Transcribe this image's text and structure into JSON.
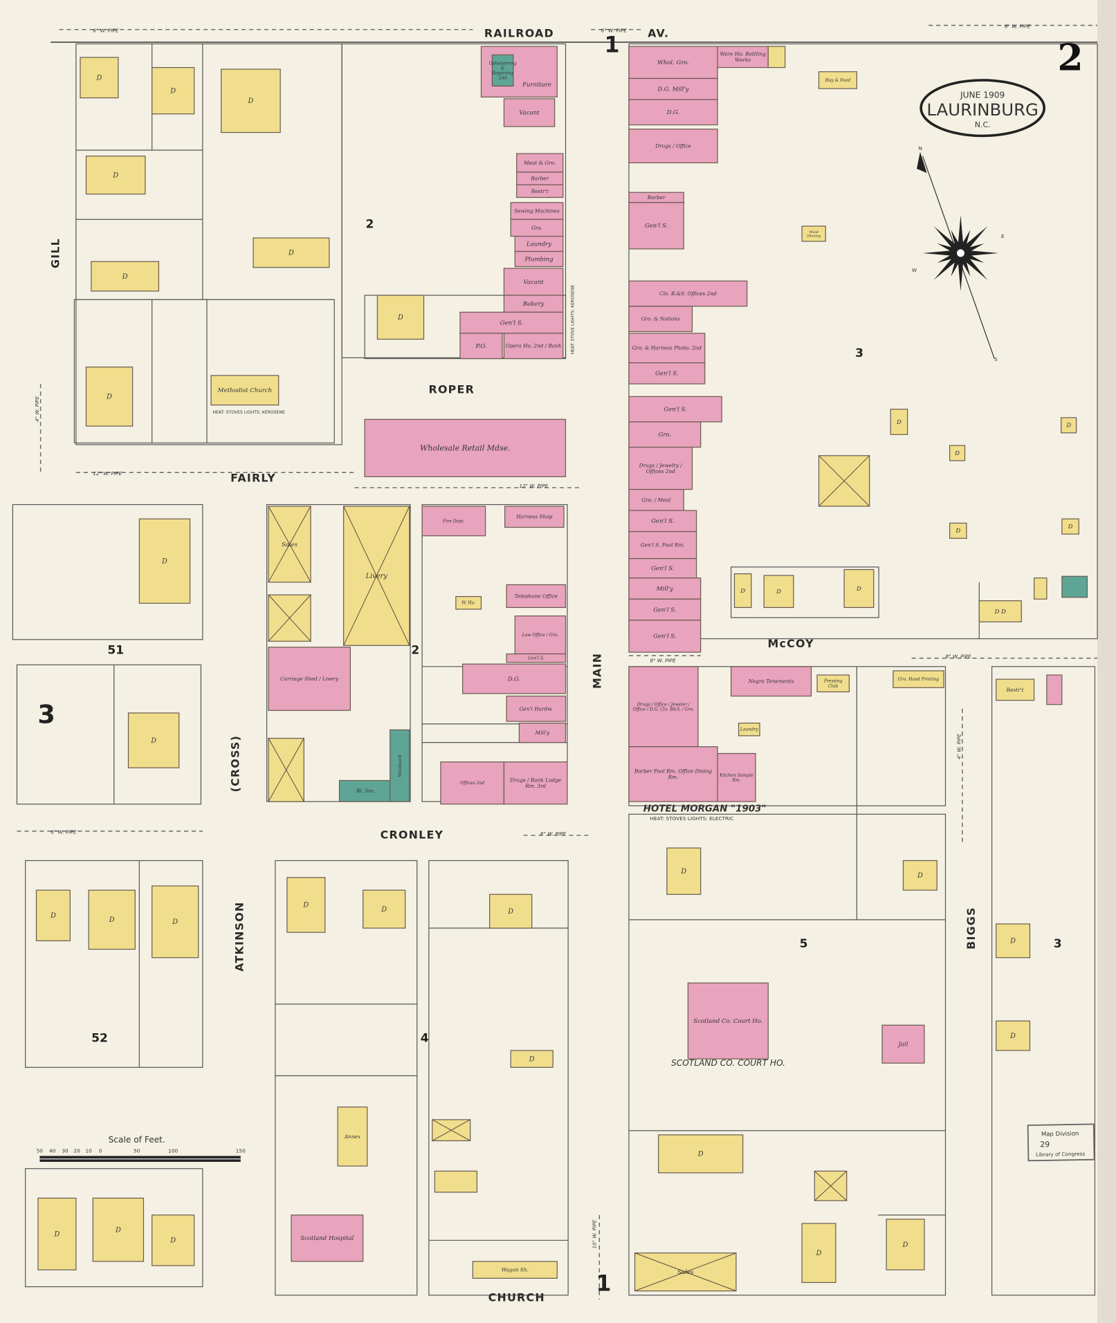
{
  "map": {
    "sheet_number": "2",
    "title": {
      "date": "JUNE 1909",
      "town": "LAURINBURG",
      "state": "N.C."
    },
    "colors": {
      "paper": "#f4f1e4",
      "brick": "#e8a3bd",
      "frame": "#f0de8c",
      "stone": "#5fa596",
      "ink": "#333333"
    },
    "streets": [
      {
        "name": "RAILROAD"
      },
      {
        "name": "AV."
      },
      {
        "name": "ROPER"
      },
      {
        "name": "FAIRLY"
      },
      {
        "name": "McCOY"
      },
      {
        "name": "MAIN"
      },
      {
        "name": "CRONLEY"
      },
      {
        "name": "CHURCH"
      },
      {
        "name": "GILL"
      },
      {
        "name": "(CROSS)"
      },
      {
        "name": "ATKINSON"
      },
      {
        "name": "BIGGS"
      }
    ],
    "block_numbers": [
      "2",
      "3",
      "51",
      "3",
      "52",
      "2",
      "4",
      "5",
      "3",
      "1",
      "1"
    ],
    "pipes": [
      "6\" W. PIPE",
      "6\" W. PIPE",
      "6\" W. PIPE",
      "12\" W. PIPE",
      "12\" W. PIPE",
      "6\" W. PIPE",
      "8\" W. PIPE",
      "8\" W. PIPE",
      "6\" W. PIPE",
      "4\" W. PIPE",
      "4\" W. PIPE",
      "10\" W. PIPE"
    ],
    "buildings": [
      {
        "label": "Furniture",
        "material": "brick"
      },
      {
        "label": "Upholstering & Repairing 2nd",
        "material": "stone"
      },
      {
        "label": "Vacant",
        "material": "brick"
      },
      {
        "label": "Meat & Gro.",
        "material": "brick"
      },
      {
        "label": "Barber",
        "material": "brick"
      },
      {
        "label": "Restr't",
        "material": "brick"
      },
      {
        "label": "Sewing Machines",
        "material": "brick"
      },
      {
        "label": "Gro.",
        "material": "brick"
      },
      {
        "label": "Laundry",
        "material": "brick"
      },
      {
        "label": "Plumbing",
        "material": "brick"
      },
      {
        "label": "Vacant",
        "material": "brick"
      },
      {
        "label": "Bakery",
        "material": "brick"
      },
      {
        "label": "Gen'l S.",
        "material": "brick"
      },
      {
        "label": "Opera Ho. 2nd / Bank",
        "material": "brick"
      },
      {
        "label": "P.O.",
        "material": "brick"
      },
      {
        "label": "Whol. Gro.",
        "material": "brick"
      },
      {
        "label": "D.G. Mill'y",
        "material": "brick"
      },
      {
        "label": "D.G.",
        "material": "brick"
      },
      {
        "label": "Drugs / Office",
        "material": "brick"
      },
      {
        "label": "Ware Ho. Bottling Works",
        "material": "brick"
      },
      {
        "label": "",
        "material": "frame"
      },
      {
        "label": "Hay & Feed",
        "material": "frame"
      },
      {
        "label": "Barber",
        "material": "brick"
      },
      {
        "label": "Gen'l S.",
        "material": "brick"
      },
      {
        "label": "Clo. B.&S. Offices 2nd",
        "material": "brick"
      },
      {
        "label": "Gro. & Notions",
        "material": "brick"
      },
      {
        "label": "Gro. & Harness Photo. 2nd",
        "material": "brick"
      },
      {
        "label": "Gen'l S.",
        "material": "brick"
      },
      {
        "label": "Gen'l S.",
        "material": "brick"
      },
      {
        "label": "Gro.",
        "material": "brick"
      },
      {
        "label": "Drugs / Jewelry / Offices 2nd",
        "material": "brick"
      },
      {
        "label": "Gro. / Meat",
        "material": "brick"
      },
      {
        "label": "Gen'l S.",
        "material": "brick"
      },
      {
        "label": "Gen'l S.  Pool Rm.",
        "material": "brick"
      },
      {
        "label": "Gen'l S.",
        "material": "brick"
      },
      {
        "label": "Mill'y",
        "material": "brick"
      },
      {
        "label": "Gen'l S.",
        "material": "brick"
      },
      {
        "label": "Gen'l S.",
        "material": "brick"
      },
      {
        "label": "Wholesale   Retail   Mdse.",
        "material": "brick"
      },
      {
        "label": "Drugs / Office / Jeweler / Office / D.G. Clo. B&S. / Gro.",
        "material": "brick"
      },
      {
        "label": "Barber  Pool Rm.  Office  Dining Rm.",
        "material": "brick"
      },
      {
        "label": "Kitchen  Sample Rm.",
        "material": "brick"
      },
      {
        "label": "Negro Tenements",
        "material": "brick"
      },
      {
        "label": "Pressing Club",
        "material": "frame"
      },
      {
        "label": "Gro. Hand Printing",
        "material": "frame"
      },
      {
        "label": "Laundry",
        "material": "frame"
      },
      {
        "label": "Restr't",
        "material": "frame"
      },
      {
        "label": "",
        "material": "brick"
      },
      {
        "label": "Fire Dept.",
        "material": "brick"
      },
      {
        "label": "Harness Shop",
        "material": "brick"
      },
      {
        "label": "W. Ho.",
        "material": "frame"
      },
      {
        "label": "Telephone Office",
        "material": "brick"
      },
      {
        "label": "Law Office / Gro.",
        "material": "brick"
      },
      {
        "label": "Gen'l S.",
        "material": "brick"
      },
      {
        "label": "D.G.",
        "material": "brick"
      },
      {
        "label": "Gen'l Hardw.",
        "material": "brick"
      },
      {
        "label": "Mill'y",
        "material": "brick"
      },
      {
        "label": "Offices 2nd",
        "material": "brick"
      },
      {
        "label": "Drugs / Bank Lodge Rm. 3rd",
        "material": "brick"
      },
      {
        "label": "Sales",
        "material": "frame"
      },
      {
        "label": "Livery",
        "material": "frame"
      },
      {
        "label": "",
        "material": "frame"
      },
      {
        "label": "Carriage Shed / Livery",
        "material": "brick"
      },
      {
        "label": "",
        "material": "frame"
      },
      {
        "label": "Bl. Sm.",
        "material": "stone"
      },
      {
        "label": "Woodwork",
        "material": "stone"
      },
      {
        "label": "Methodist Church",
        "material": "frame"
      },
      {
        "label": "D",
        "material": "frame"
      },
      {
        "label": "D",
        "material": "frame"
      },
      {
        "label": "D",
        "material": "frame"
      },
      {
        "label": "D",
        "material": "frame"
      },
      {
        "label": "D",
        "material": "frame"
      },
      {
        "label": "D",
        "material": "frame"
      },
      {
        "label": "D",
        "material": "frame"
      },
      {
        "label": "D",
        "material": "frame"
      },
      {
        "label": "D",
        "material": "frame"
      },
      {
        "label": "D",
        "material": "frame"
      },
      {
        "label": "D",
        "material": "frame"
      },
      {
        "label": "D",
        "material": "frame"
      },
      {
        "label": "D",
        "material": "frame"
      },
      {
        "label": "D",
        "material": "frame"
      },
      {
        "label": "D",
        "material": "frame"
      },
      {
        "label": "D",
        "material": "frame"
      },
      {
        "label": "D",
        "material": "frame"
      },
      {
        "label": "Annex",
        "material": "frame"
      },
      {
        "label": "Scotland Hospital",
        "material": "brick"
      },
      {
        "label": "D",
        "material": "frame"
      },
      {
        "label": "D",
        "material": "frame"
      },
      {
        "label": "D",
        "material": "frame"
      },
      {
        "label": "",
        "material": "frame"
      },
      {
        "label": "",
        "material": "frame"
      },
      {
        "label": "Wagon Sh.",
        "material": "frame"
      },
      {
        "label": "D",
        "material": "frame"
      },
      {
        "label": "D",
        "material": "frame"
      },
      {
        "label": "D",
        "material": "frame"
      },
      {
        "label": "D",
        "material": "frame"
      },
      {
        "label": "D",
        "material": "frame"
      },
      {
        "label": "",
        "material": "frame"
      },
      {
        "label": "D",
        "material": "frame"
      },
      {
        "label": "D",
        "material": "frame"
      },
      {
        "label": "Sales",
        "material": "frame"
      },
      {
        "label": "Scotland Co. Court Ho.",
        "material": "brick"
      },
      {
        "label": "Jail",
        "material": "brick"
      },
      {
        "label": "",
        "material": "frame"
      },
      {
        "label": "D",
        "material": "frame"
      },
      {
        "label": "D",
        "material": "frame"
      },
      {
        "label": "D",
        "material": "frame"
      },
      {
        "label": "D",
        "material": "frame"
      },
      {
        "label": "D",
        "material": "frame"
      },
      {
        "label": "D",
        "material": "frame"
      },
      {
        "label": "D",
        "material": "frame"
      },
      {
        "label": "D",
        "material": "frame"
      },
      {
        "label": "D D",
        "material": "frame"
      },
      {
        "label": "",
        "material": "stone"
      },
      {
        "label": "Wood Shaving",
        "material": "frame"
      },
      {
        "label": "",
        "material": "frame"
      }
    ],
    "captions": {
      "hotel": "HOTEL MORGAN \"1903\"",
      "hotel_note": "HEAT: STOVES  LIGHTS: ELECTRIC",
      "court": "SCOTLAND CO. COURT HO.",
      "church_note": "HEAT: STOVES  LIGHTS: KEROSENE",
      "opera_note": "HEAT: STOVE  LIGHTS: KEROSENE"
    },
    "compass": {
      "labels": [
        "N",
        "E",
        "S",
        "W"
      ]
    },
    "scale": {
      "title": "Scale of Feet.",
      "ticks": [
        "50",
        "40",
        "30",
        "20",
        "10",
        "0",
        "50",
        "100",
        "150"
      ]
    },
    "stamp": {
      "line1": "Map Division",
      "line2": "29",
      "line3": "Library of Congress"
    }
  }
}
